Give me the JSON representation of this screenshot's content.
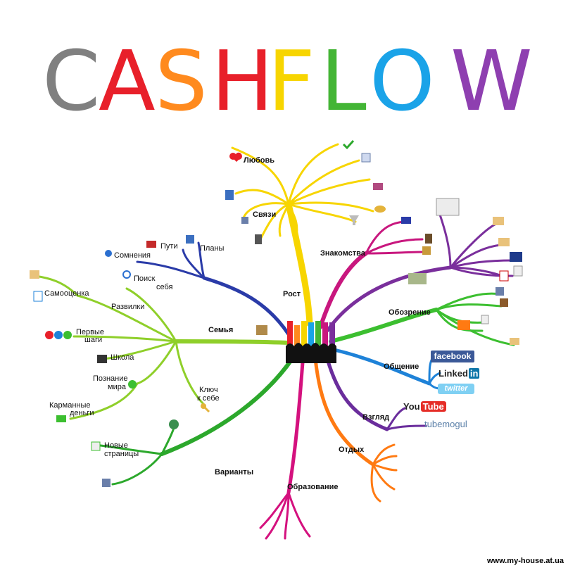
{
  "title": {
    "letters": [
      {
        "ch": "C",
        "color": "#808080"
      },
      {
        "ch": "A",
        "color": "#e8202a"
      },
      {
        "ch": "S",
        "color": "#ff8a1e"
      },
      {
        "ch": "H",
        "color": "#e8202a"
      },
      {
        "ch": "F",
        "color": "#f7d500"
      },
      {
        "ch": "L",
        "color": "#43b535"
      },
      {
        "ch": "O",
        "color": "#1aa3e8"
      },
      {
        "ch": "W",
        "color": "#8e3fb0"
      }
    ]
  },
  "nodes": {
    "rost": "Рост",
    "lubov": "Любовь",
    "svyazi": "Связи",
    "znakomstva": "Знакомства",
    "obozrenie": "Обозрение",
    "obshchenie": "Общение",
    "vzglyad": "Взгляд",
    "otdykh": "Отдых",
    "obrazovanie": "Образование",
    "varianty": "Варианты",
    "semya": "Семья",
    "sommeniya": "Сомнения",
    "puti": "Пути",
    "plany": "Планы",
    "poisk": "Поиск",
    "sebya": "себя",
    "samootsenka": "Самооценка",
    "razvilki": "Развилки",
    "pervye": "Первые",
    "shagi": "шаги",
    "shkola": "Школа",
    "poznanie": "Познание",
    "mira": "мира",
    "karmannye": "Карманные",
    "dengi": "деньги",
    "klyuch": "Ключ",
    "k_sebe": "к себе",
    "novye": "Новые",
    "stranitsy": "страницы"
  },
  "brands": {
    "facebook": "facebook",
    "linked": "Linked",
    "in": "in",
    "twitter": "twitter",
    "you": "You",
    "tube": "Tube",
    "tubemogul": "tubemogul"
  },
  "footer": "www.my-house.at.ua",
  "colors": {
    "yellow": "#f7d500",
    "magenta": "#c8177e",
    "purple": "#7a2f9c",
    "green": "#3cbf30",
    "blue": "#1e82d8",
    "violet": "#6a2d9c",
    "orange": "#ff7a12",
    "pink": "#d4117e",
    "lime": "#8fcf2a",
    "navy": "#2a3ba8",
    "darkgreen": "#2ca82c"
  }
}
